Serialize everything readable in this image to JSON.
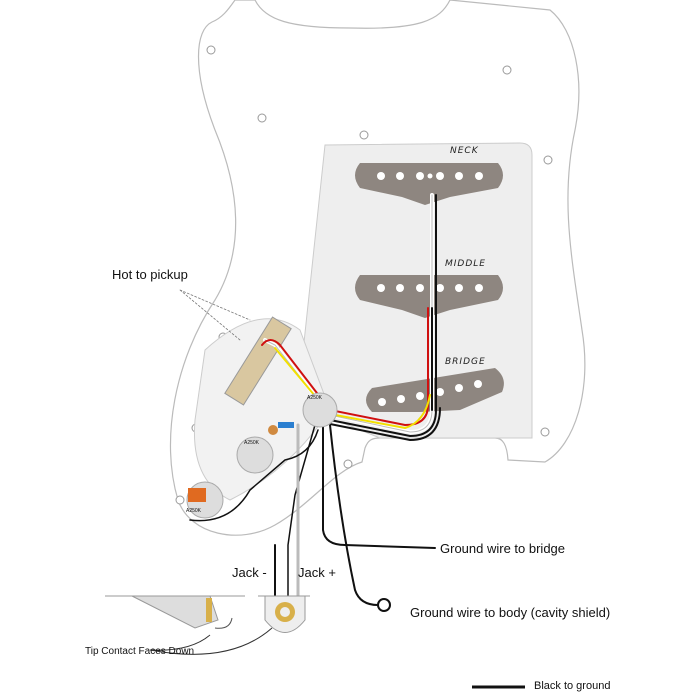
{
  "pickups": {
    "neck": "NECK",
    "middle": "MIDDLE",
    "bridge": "BRIDGE"
  },
  "pots": {
    "volume": "A250K",
    "tone1": "A250K",
    "tone2": "A250K"
  },
  "labels": {
    "hot_to_pickup": "Hot to pickup",
    "ground_bridge": "Ground wire to bridge",
    "ground_body": "Ground wire to body (cavity shield)",
    "jack_minus": "Jack -",
    "jack_plus": "Jack +",
    "tip_contact": "Tip Contact Faces Down"
  },
  "legend": {
    "black_to_ground": "Black to ground"
  },
  "colors": {
    "pickup": "#8e8680",
    "pickguard": "#ffffff",
    "panel": "#eeeeee",
    "hot": "#d01010",
    "yellow": "#f2e000",
    "wire": "#111111",
    "cap": "#e06a20",
    "brass": "#d8b04a"
  }
}
